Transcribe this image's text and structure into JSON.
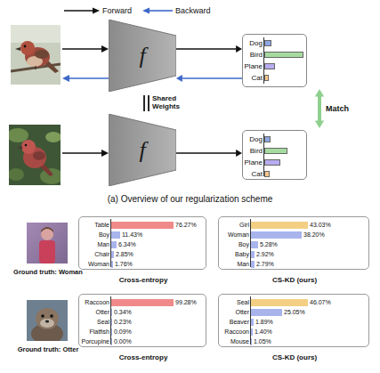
{
  "diagram": {
    "caption": "(a) Overview of our regularization scheme",
    "nodes": [
      {
        "text": [
          "f"
        ]
      },
      {
        "text": [
          "Dog",
          "Bird",
          "Plane",
          "Cat"
        ]
      },
      {
        "text": [
          "f"
        ]
      },
      {
        "text": [
          "Dog",
          "Bird",
          "Plane",
          "Cat"
        ]
      },
      {
        "text": [
          "Table",
          "76.27%",
          "Boy",
          "11.43%",
          "Man",
          "6.34%",
          "Chair",
          "2.85%",
          "Woman",
          "1.76%",
          "Cross-entropy"
        ]
      },
      {
        "text": [
          "Girl",
          "43.03%",
          "Woman",
          "38.20%",
          "Boy",
          "5.28%",
          "Baby",
          "2.92%",
          "Man",
          "2.79%",
          "CS-KD (ours)"
        ]
      },
      {
        "text": [
          "Raccoon",
          "99.28%",
          "Otter",
          "0.34%",
          "Seal",
          "0.23%",
          "Flatfish",
          "0.09%",
          "Porcupine",
          "0.00%",
          "Cross-entropy"
        ]
      },
      {
        "text": [
          "Seal",
          "46.07%",
          "Otter",
          "25.05%",
          "Beaver",
          "1.89%",
          "Raccoon",
          "1.40%",
          "Mouse",
          "1.05%",
          "CS-KD (ours)"
        ]
      }
    ],
    "edges": [
      {
        "from": 0,
        "to": 1,
        "arrow": "to"
      },
      {
        "from": 1,
        "to": 0,
        "arrow": "to"
      },
      {
        "from": 2,
        "to": 3,
        "arrow": "to"
      },
      {
        "from": 1,
        "to": 3,
        "arrow": "both",
        "label": "Match"
      }
    ],
    "labels": [
      "Shared Weights",
      "Ground truth: Woman",
      "Ground truth: Otter"
    ],
    "legend": [
      {
        "text": "Forward"
      },
      {
        "text": "Backward"
      }
    ]
  }
}
